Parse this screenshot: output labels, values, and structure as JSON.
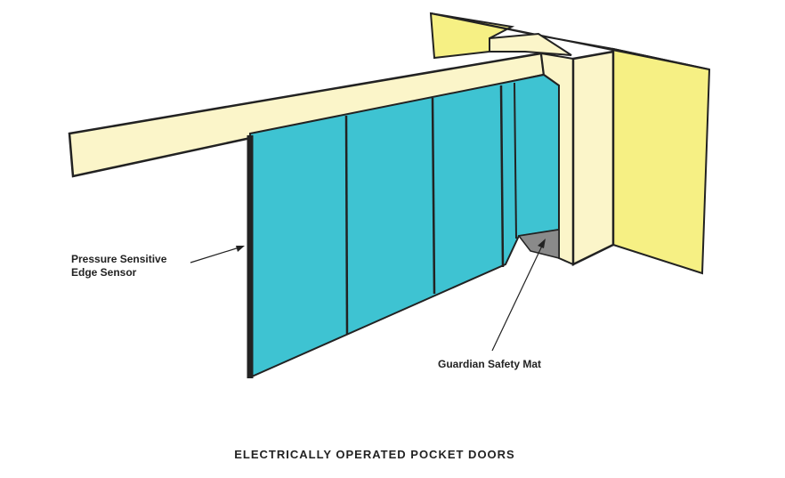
{
  "labels": {
    "edge_sensor_line1": "Pressure Sensitive",
    "edge_sensor_line2": "Edge Sensor",
    "safety_mat": "Guardian Safety Mat"
  },
  "caption": "ELECTRICALLY OPERATED POCKET DOORS",
  "colors": {
    "wall": "#f6f084",
    "frame": "#fbf5c9",
    "door": "#3ec3d2",
    "mat": "#8a8a8a",
    "outline": "#222222"
  }
}
